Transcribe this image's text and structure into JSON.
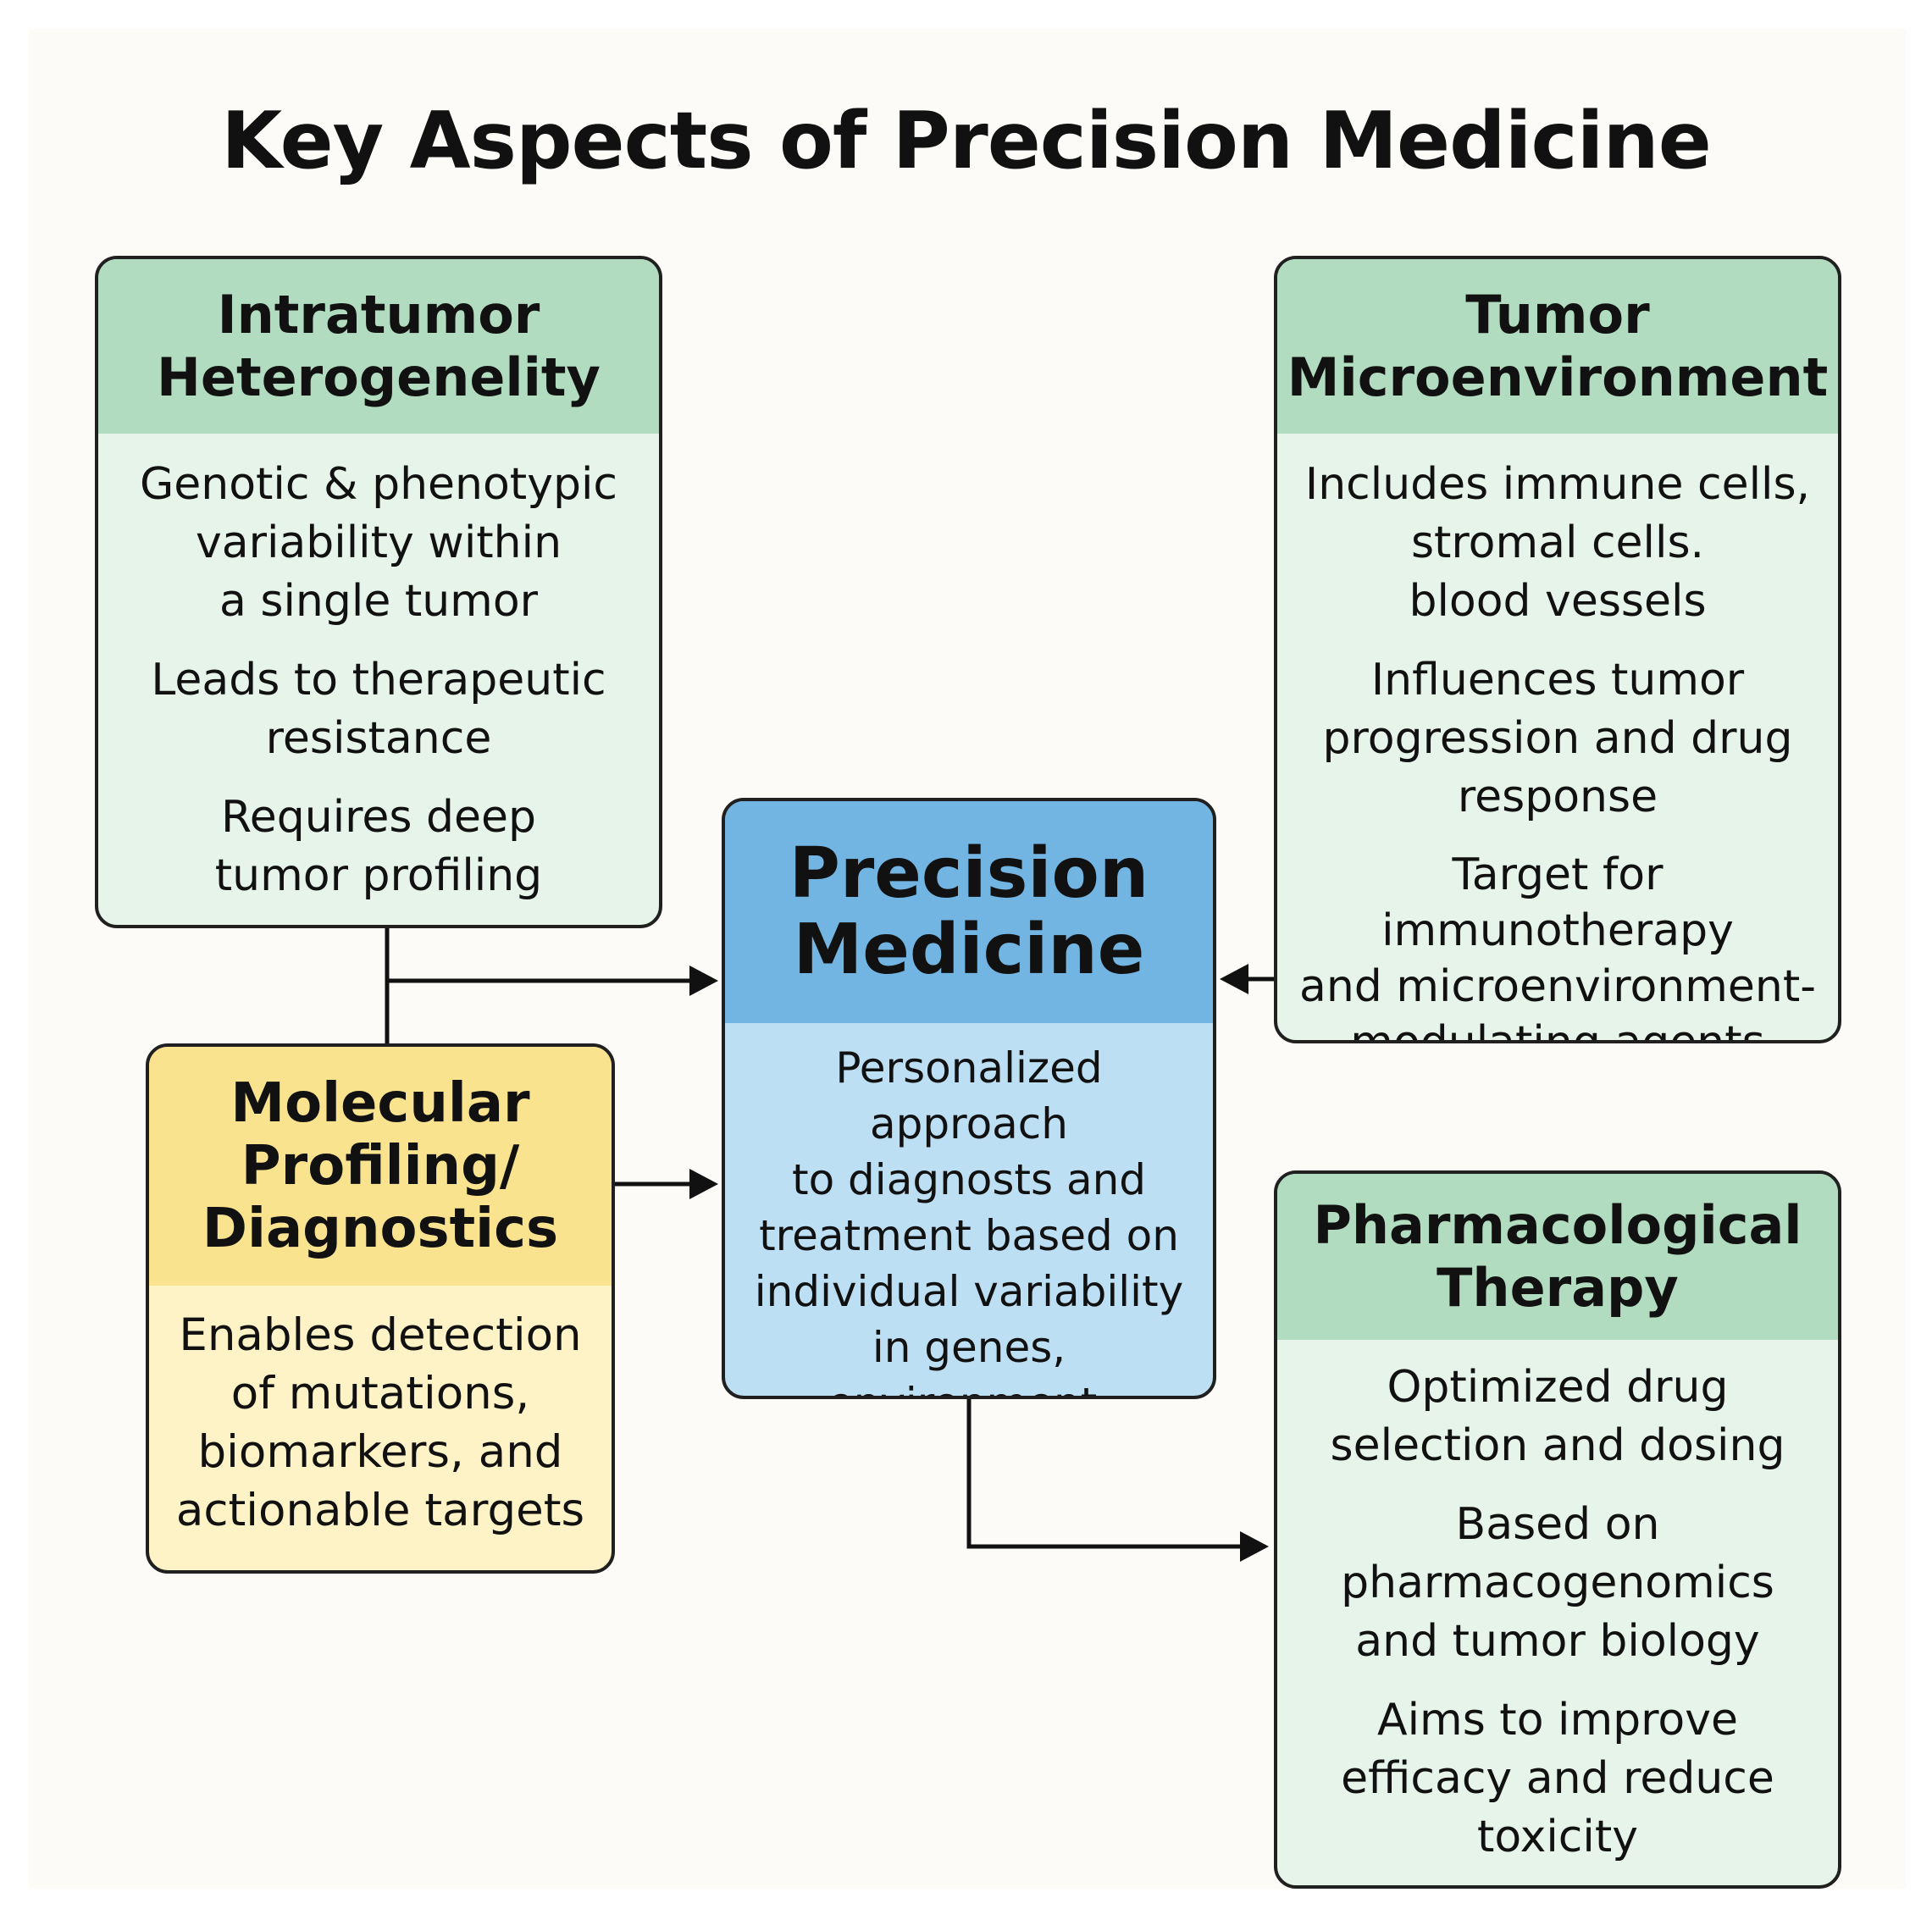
{
  "title": "Key Aspects of Precision Medicine",
  "colors": {
    "green_header": "#b2dcc0",
    "green_body": "#e6f4ea",
    "yellow_header": "#f9e38f",
    "yellow_body": "#fdf3c6",
    "blue_header": "#72b5e2",
    "blue_body": "#bddff3",
    "border": "#202020"
  },
  "nodes": {
    "intratumor": {
      "title": "Intratumor\nHeterogenelity",
      "items": [
        "Genotic & phenotypic\nvariability within\na single tumor",
        "Leads to therapeutic\nresistance",
        "Requires deep\ntumor profiling"
      ]
    },
    "microenvironment": {
      "title": "Tumor\nMicroenvironment",
      "items": [
        "Includes immune cells,\nstromal cells.\nblood vessels",
        "Influences tumor\nprogression and drug\nresponse",
        "Target for immunotherapy\nand microenvironment-\nmodulating agents"
      ]
    },
    "molecular": {
      "title": "Molecular\nProfiling/\nDiagnostics",
      "items": [
        "Enables detection\nof mutations,\nbiomarkers, and\nactionable targets"
      ]
    },
    "precision": {
      "title": "Precision\nMedicine",
      "items": [
        "Personalized approach\nto diagnosts and\ntreatment based on\nindividual variability\nin genes, environment,\nand lifestyle"
      ]
    },
    "pharmacological": {
      "title": "Pharmacological\nTherapy",
      "items": [
        "Optimized drug\nselection and dosing",
        "Based on\npharmacogenomics\nand tumor biology",
        "Aims to improve\nefficacy and reduce\ntoxicity"
      ]
    }
  },
  "edges": [
    {
      "from": "intratumor",
      "to": "precision"
    },
    {
      "from": "molecular",
      "to": "precision"
    },
    {
      "from": "microenvironment",
      "to": "precision"
    },
    {
      "from": "precision",
      "to": "pharmacological"
    }
  ]
}
